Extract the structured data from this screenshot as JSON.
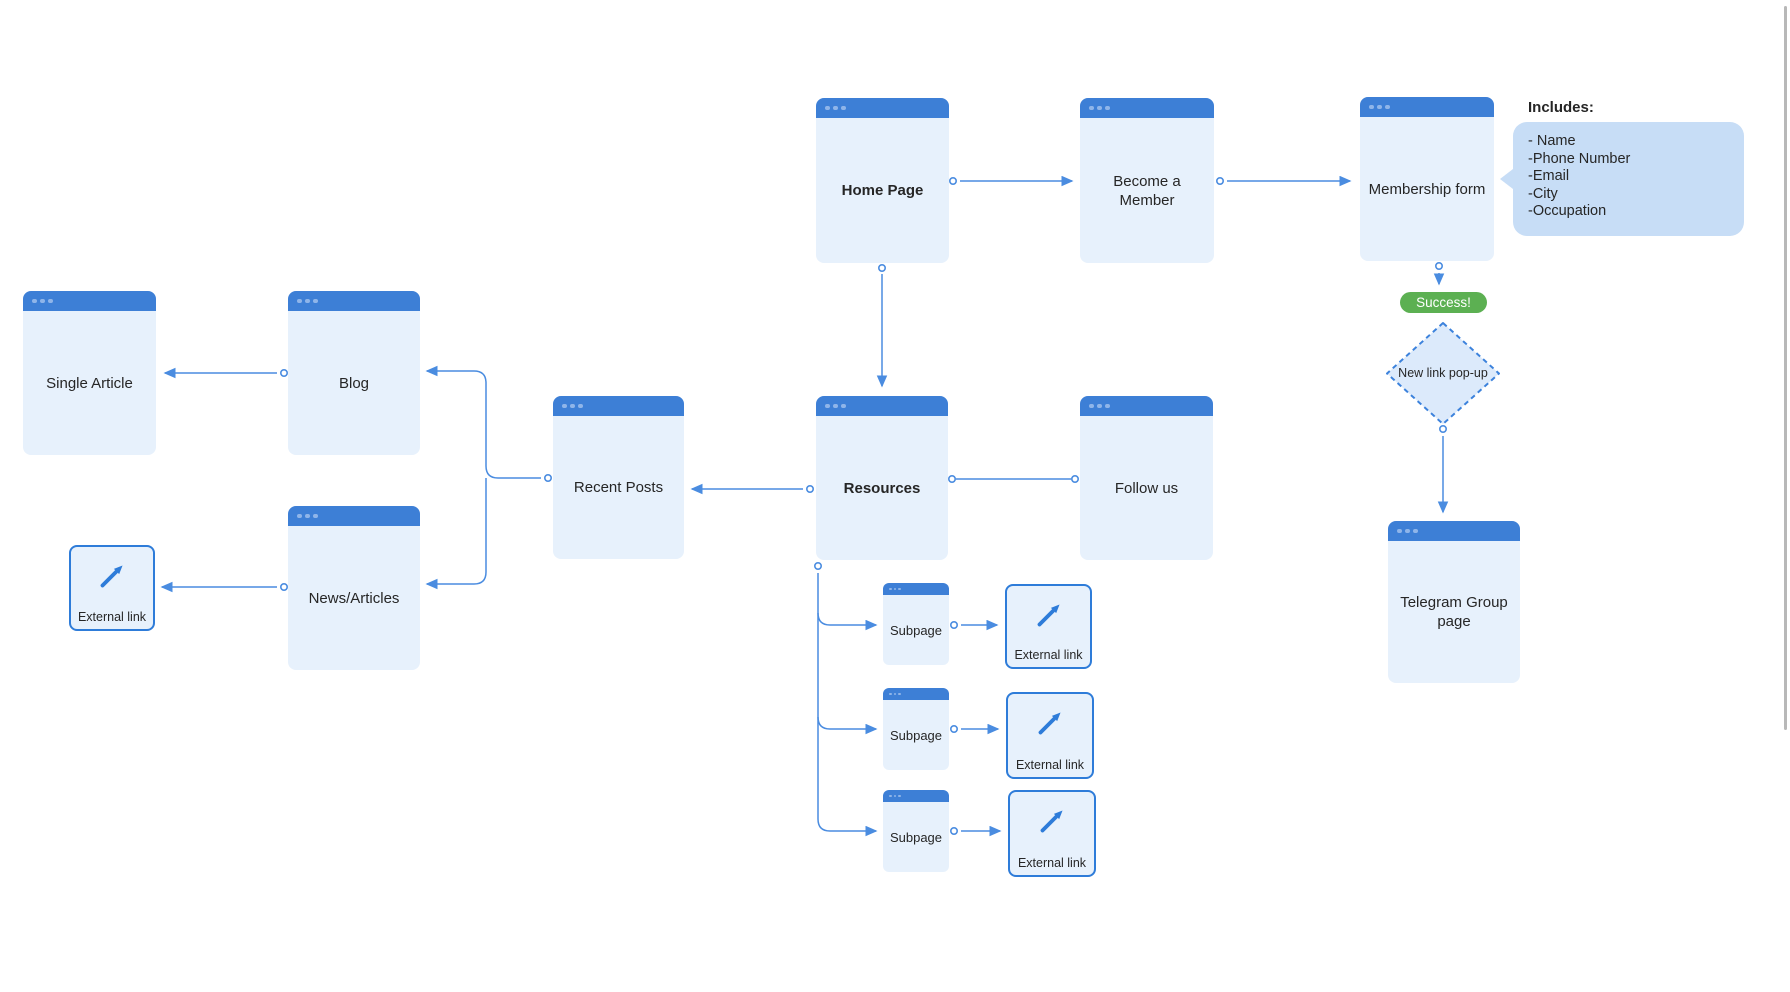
{
  "colors": {
    "titlebar_blue": "#3D7FD6",
    "window_body": "#E7F1FC",
    "connector_blue": "#4A8CE0",
    "outline_blue": "#2E7CD9",
    "success_green": "#5CB052",
    "callout_bubble": "#C7DDF6",
    "diamond_fill": "#DCEAFB",
    "text": "#262626",
    "scrollbar_gray": "#b8b8b8"
  },
  "nodes": {
    "home": {
      "label": "Home Page"
    },
    "become_member": {
      "label": "Become a Member"
    },
    "membership_form": {
      "label": "Membership form"
    },
    "telegram": {
      "label": "Telegram Group page"
    },
    "single_article": {
      "label": "Single Article"
    },
    "blog": {
      "label": "Blog"
    },
    "news_articles": {
      "label": "News/Articles"
    },
    "recent_posts": {
      "label": "Recent Posts"
    },
    "resources": {
      "label": "Resources"
    },
    "follow_us": {
      "label": "Follow us"
    }
  },
  "subpages": [
    {
      "label": "Subpage"
    },
    {
      "label": "Subpage"
    },
    {
      "label": "Subpage"
    }
  ],
  "external_links": [
    {
      "label": "External link"
    },
    {
      "label": "External link"
    },
    {
      "label": "External link"
    },
    {
      "label": "External link"
    }
  ],
  "badge": {
    "label": "Success!"
  },
  "decision": {
    "label": "New link pop-up"
  },
  "callout": {
    "title": "Includes:",
    "lines": [
      "- Name",
      "-Phone Number",
      "-Email",
      "-City",
      "-Occupation"
    ]
  }
}
